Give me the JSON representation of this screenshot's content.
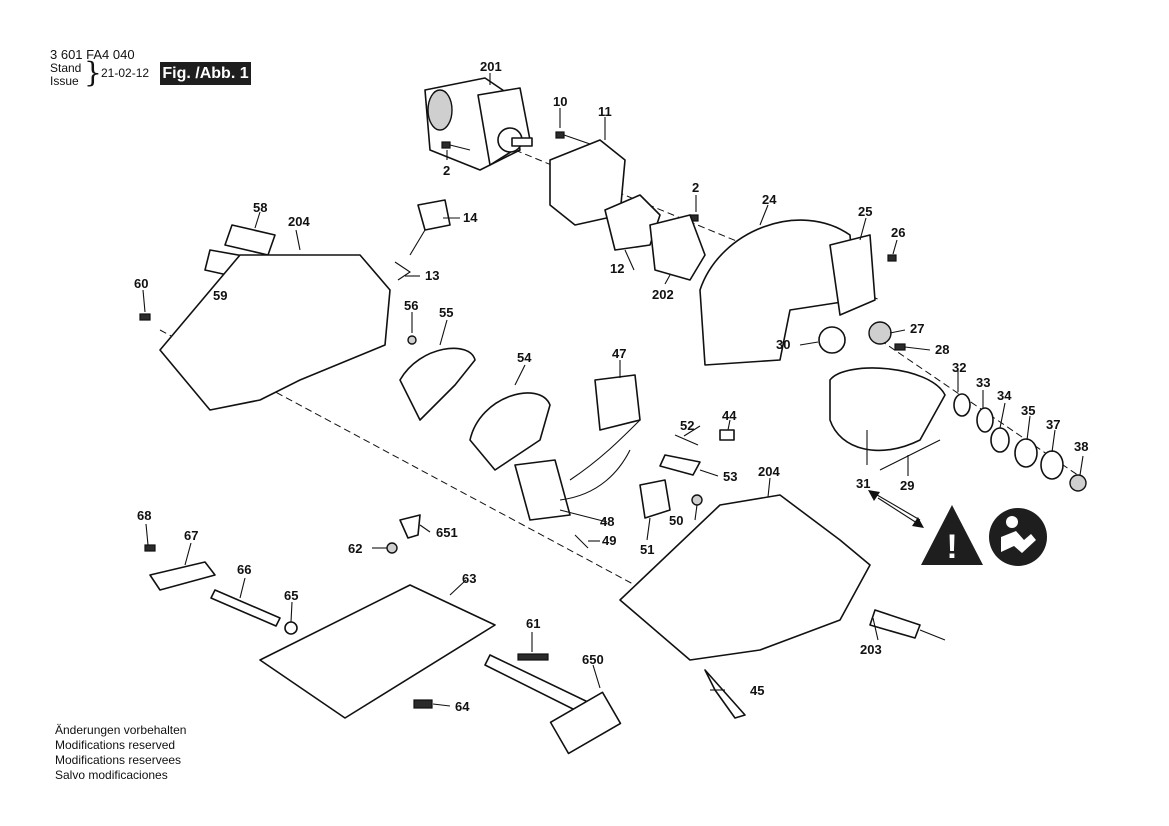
{
  "header": {
    "doc_number": "3 601 FA4 040",
    "stand_label": "Stand",
    "issue_label": "Issue",
    "date": "21-02-12",
    "figure_label": "Fig. /Abb. 1"
  },
  "notes": [
    "Änderungen vorbehalten",
    "Modifications reserved",
    "Modifications reservees",
    "Salvo modificaciones"
  ],
  "part_labels": {
    "p2a": "2",
    "p2b": "2",
    "p10": "10",
    "p11": "11",
    "p12": "12",
    "p13": "13",
    "p14": "14",
    "p24": "24",
    "p25": "25",
    "p26": "26",
    "p27": "27",
    "p28": "28",
    "p29": "29",
    "p30": "30",
    "p31": "31",
    "p32": "32",
    "p33": "33",
    "p34": "34",
    "p35": "35",
    "p37": "37",
    "p38": "38",
    "p44": "44",
    "p45": "45",
    "p47": "47",
    "p48": "48",
    "p49": "49",
    "p50": "50",
    "p51": "51",
    "p52": "52",
    "p53": "53",
    "p54": "54",
    "p55": "55",
    "p56": "56",
    "p58": "58",
    "p59": "59",
    "p60": "60",
    "p61": "61",
    "p62": "62",
    "p63": "63",
    "p64": "64",
    "p65": "65",
    "p66": "66",
    "p67": "67",
    "p68": "68",
    "p201": "201",
    "p202": "202",
    "p203": "203",
    "p204a": "204",
    "p204b": "204",
    "p650": "650",
    "p651": "651"
  },
  "warning_symbol": "!",
  "icons": [
    "warning-triangle-icon",
    "read-manual-icon"
  ]
}
